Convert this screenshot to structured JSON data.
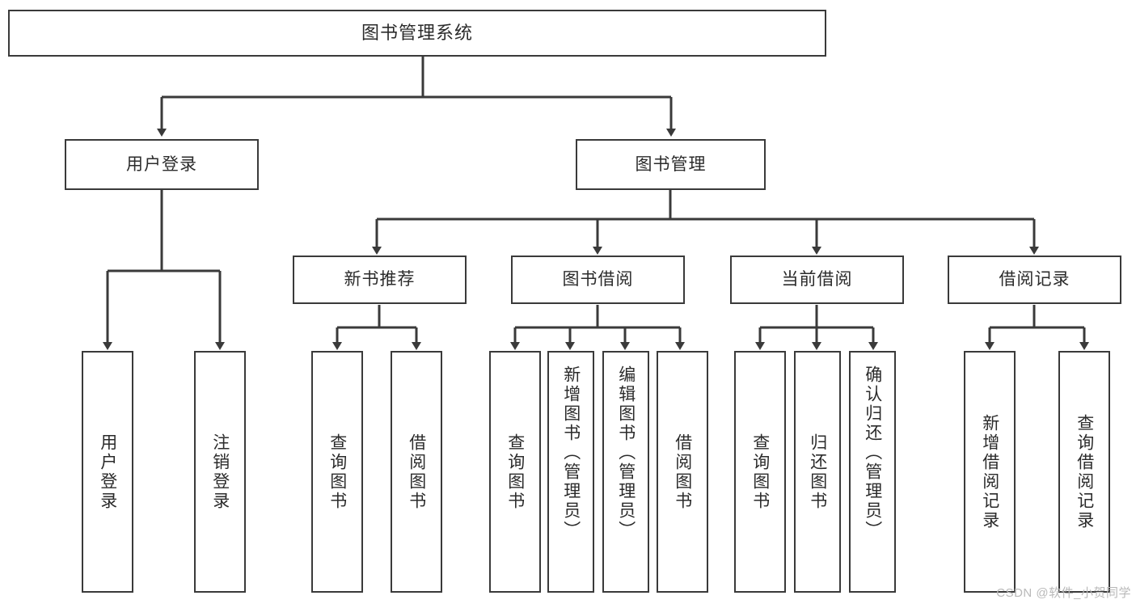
{
  "diagram": {
    "type": "tree",
    "title": "图书管理系统",
    "watermark": "CSDN @软件_小贺同学",
    "colors": {
      "stroke": "#3a3a3a",
      "text": "#2b2b2b",
      "background": "#ffffff",
      "watermark": "#b9b9b9"
    },
    "nodes": {
      "root": "图书管理系统",
      "level1": [
        "用户登录",
        "图书管理"
      ],
      "level2": [
        "新书推荐",
        "图书借阅",
        "当前借阅",
        "借阅记录"
      ],
      "leaves": {
        "user_login": [
          "用户登录",
          "注销登录"
        ],
        "new_book": [
          "查询图书",
          "借阅图书"
        ],
        "book_borrow": [
          "查询图书",
          "新增图书（管理员）",
          "编辑图书（管理员）",
          "借阅图书"
        ],
        "current_borrow": [
          "查询图书",
          "归还图书",
          "确认归还（管理员）"
        ],
        "borrow_record": [
          "新增借阅记录",
          "查询借阅记录"
        ]
      }
    }
  }
}
